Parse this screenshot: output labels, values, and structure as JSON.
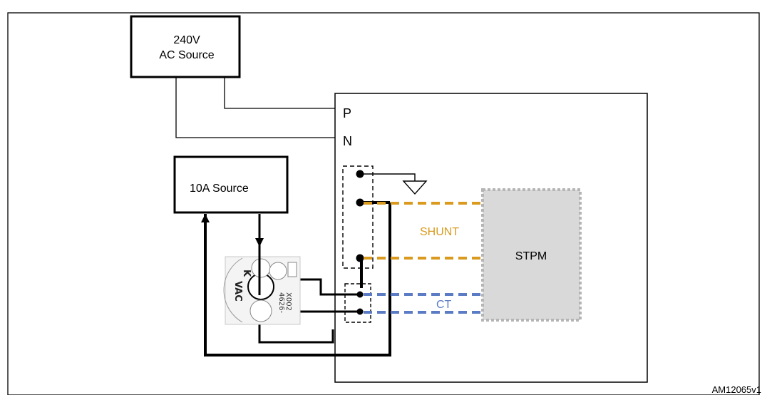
{
  "heading": "",
  "blocks": {
    "ac_source_line1": "240V",
    "ac_source_line2": "AC Source",
    "current_source": "10A Source",
    "stpm": "STPM"
  },
  "terminals": {
    "phase": "P",
    "neutral": "N"
  },
  "signals": {
    "shunt": "SHUNT",
    "ct": "CT"
  },
  "meter": {
    "k_label": "K",
    "brand": "VAC",
    "part_line1": "4626-",
    "part_line2": "X002"
  },
  "figure_id": "AM12065v1",
  "colors": {
    "shunt": "#D99A1E",
    "ct": "#5B7CC4",
    "stpm_fill": "#D9D9D9",
    "stpm_border": "#B5B5B5"
  }
}
